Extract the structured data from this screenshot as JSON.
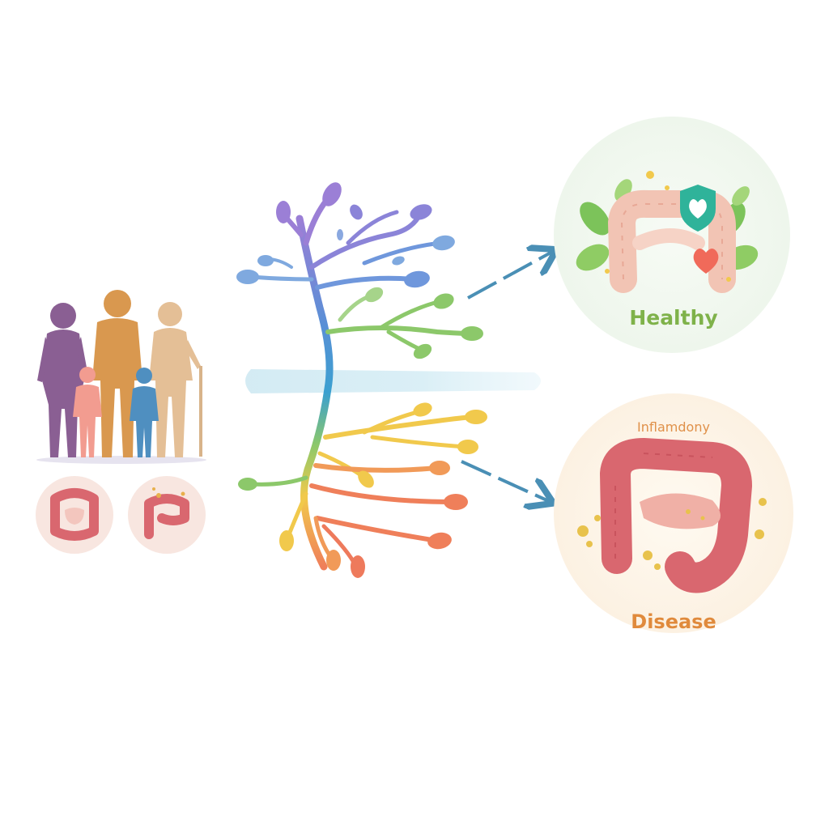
{
  "labels": {
    "healthy": "Healthy",
    "inflammatory": "Inflamdony",
    "disease": "Disease"
  },
  "colors": {
    "healthy_text": "#7fb24a",
    "inflammatory_text": "#e0914a",
    "disease_text": "#e08a3c",
    "arrow": "#4a8fb5",
    "healthy_circle_bg": "#f2f8f0",
    "disease_circle_bg": "#fdf4e8",
    "colon_pink": "#f2c4b4",
    "colon_inflamed": "#d9676f",
    "leaf_green": "#7cc35a",
    "shield_teal": "#2fb39a",
    "heart_red": "#f06a5a"
  },
  "icons": {
    "population": "family-silhouettes-icon",
    "small_colon_1": "colon-icon",
    "small_colon_2": "colon-icon",
    "tree": "branching-tree-icon",
    "membrane": "barrier-band",
    "healthy": "healthy-colon-icon",
    "shield": "shield-heart-icon",
    "heart": "heart-icon",
    "disease": "inflamed-colon-icon"
  }
}
